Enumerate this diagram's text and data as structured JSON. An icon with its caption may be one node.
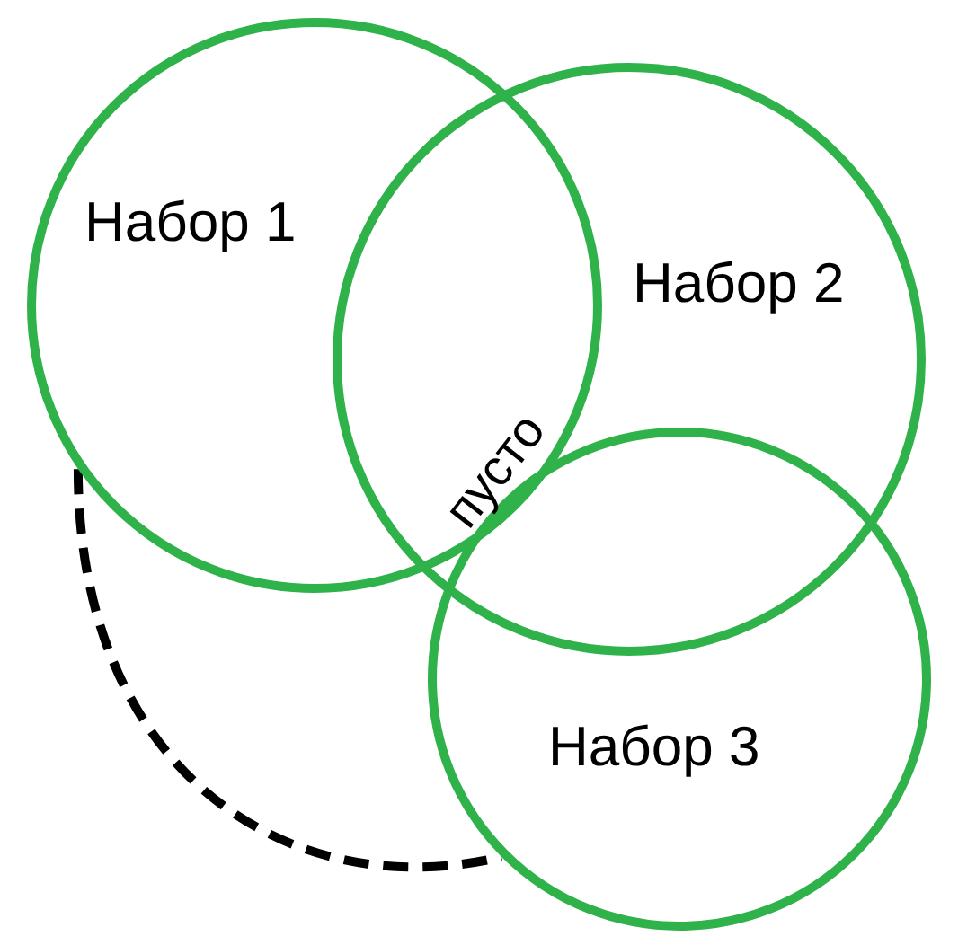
{
  "diagram": {
    "nodes": [
      {
        "text": [
          "Набор 1"
        ]
      },
      {
        "text": [
          "Набор 2"
        ]
      },
      {
        "text": [
          "Набор 3"
        ]
      }
    ],
    "edges": [
      {
        "from": 0,
        "to": 2,
        "arrow": "none",
        "style": "dashed"
      }
    ],
    "labels": [
      "пусто"
    ]
  }
}
